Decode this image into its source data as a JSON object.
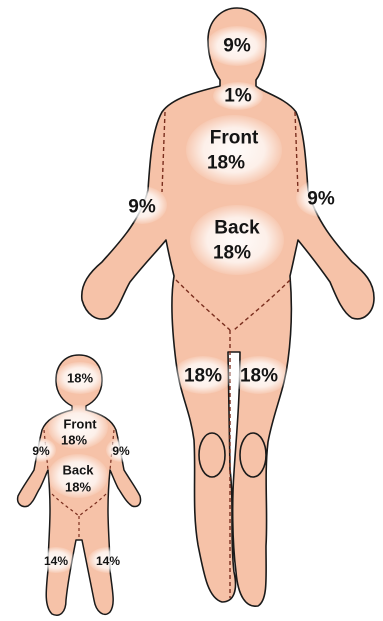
{
  "adult": {
    "head": "9%",
    "neck": "1%",
    "torso_front_label": "Front",
    "torso_front_value": "18%",
    "torso_back_label": "Back",
    "torso_back_value": "18%",
    "arm_right": "9%",
    "arm_left": "9%",
    "leg_right": "18%",
    "leg_left": "18%"
  },
  "child": {
    "head": "18%",
    "torso_front_label": "Front",
    "torso_front_value": "18%",
    "torso_back_label": "Back",
    "torso_back_value": "18%",
    "arm_right": "9%",
    "arm_left": "9%",
    "leg_right": "14%",
    "leg_left": "14%"
  },
  "colors": {
    "skin_fill": "#f6c2a8",
    "skin_outline": "#1a1a1a",
    "dashed_line": "#7a2e1e"
  }
}
